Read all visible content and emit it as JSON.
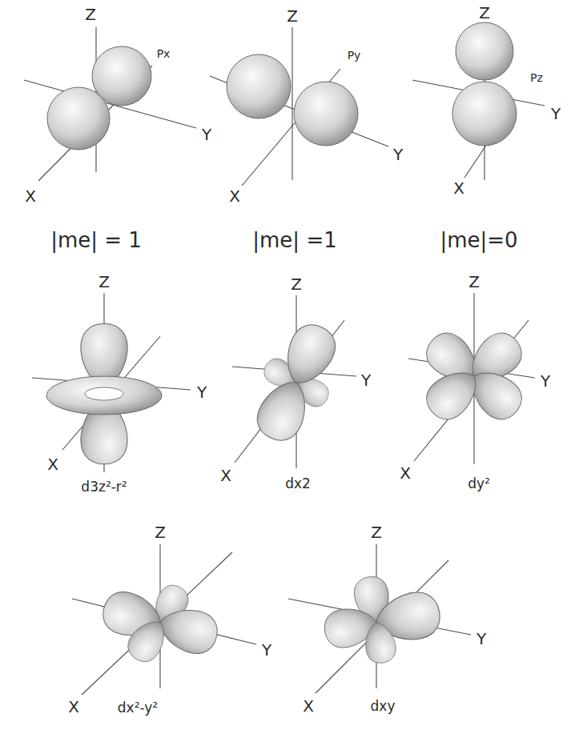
{
  "diagram": {
    "labels": [
      "Z",
      "Px",
      "Y",
      "X",
      "Z",
      "Py",
      "Y",
      "X",
      "Z",
      "Pz",
      "Y",
      "X",
      "|me| = 1",
      "|me| =1",
      "|me|=0",
      "Z",
      "Y",
      "X",
      "d3z²-r²",
      "Z",
      "Y",
      "X",
      "dx2",
      "Z",
      "Y",
      "X",
      "dy²",
      "Z",
      "Y",
      "X",
      "dx²-y²",
      "Z",
      "Y",
      "X",
      "dxy"
    ]
  }
}
